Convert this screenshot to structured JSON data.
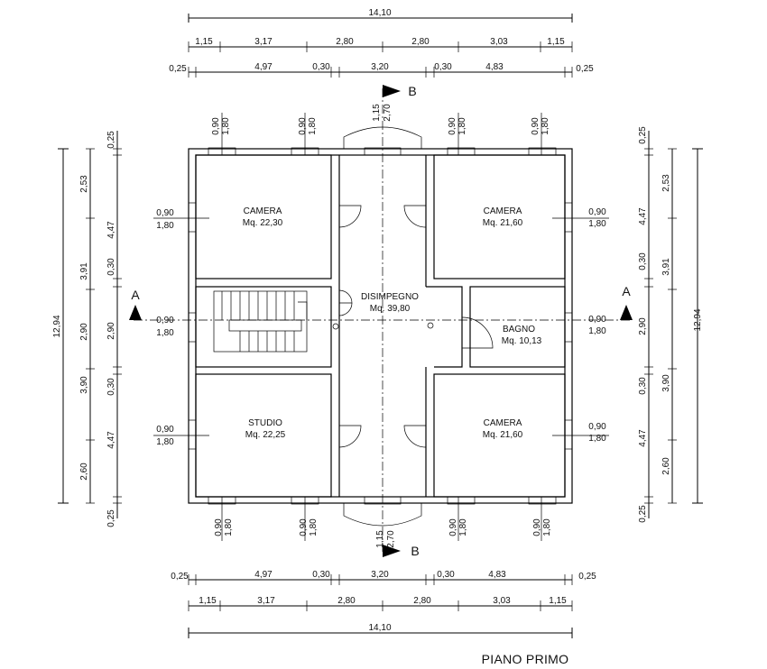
{
  "title": "PIANO PRIMO",
  "section_labels": {
    "a": "A",
    "b": "B"
  },
  "rooms": [
    {
      "id": "camera-nw",
      "name": "CAMERA",
      "area": "Mq. 22,30"
    },
    {
      "id": "camera-ne",
      "name": "CAMERA",
      "area": "Mq. 21,60"
    },
    {
      "id": "disimpegno",
      "name": "DISIMPEGNO",
      "area": "Mq. 39,80"
    },
    {
      "id": "bagno",
      "name": "BAGNO",
      "area": "Mq. 10,13"
    },
    {
      "id": "studio",
      "name": "STUDIO",
      "area": "Mq. 22,25"
    },
    {
      "id": "camera-se",
      "name": "CAMERA",
      "area": "Mq. 21,60"
    }
  ],
  "dims": {
    "total_width": "14,10",
    "row_a": [
      "1,15",
      "3,17",
      "2,80",
      "2,80",
      "3,03",
      "1,15"
    ],
    "row_b": [
      "0,25",
      "4,97",
      "0,30",
      "3,20",
      "0,30",
      "4,83",
      "0,25"
    ],
    "total_height": "12,94",
    "col_a": [
      "0,25",
      "2,53",
      "4,47",
      "0,30",
      "3,91",
      "2,90",
      "0,30",
      "3,90",
      "4,47",
      "2,60",
      "0,25"
    ],
    "windows": {
      "w": "0,90",
      "h": "1,80"
    },
    "entrance": {
      "w": "1,15",
      "h": "2,70"
    }
  }
}
